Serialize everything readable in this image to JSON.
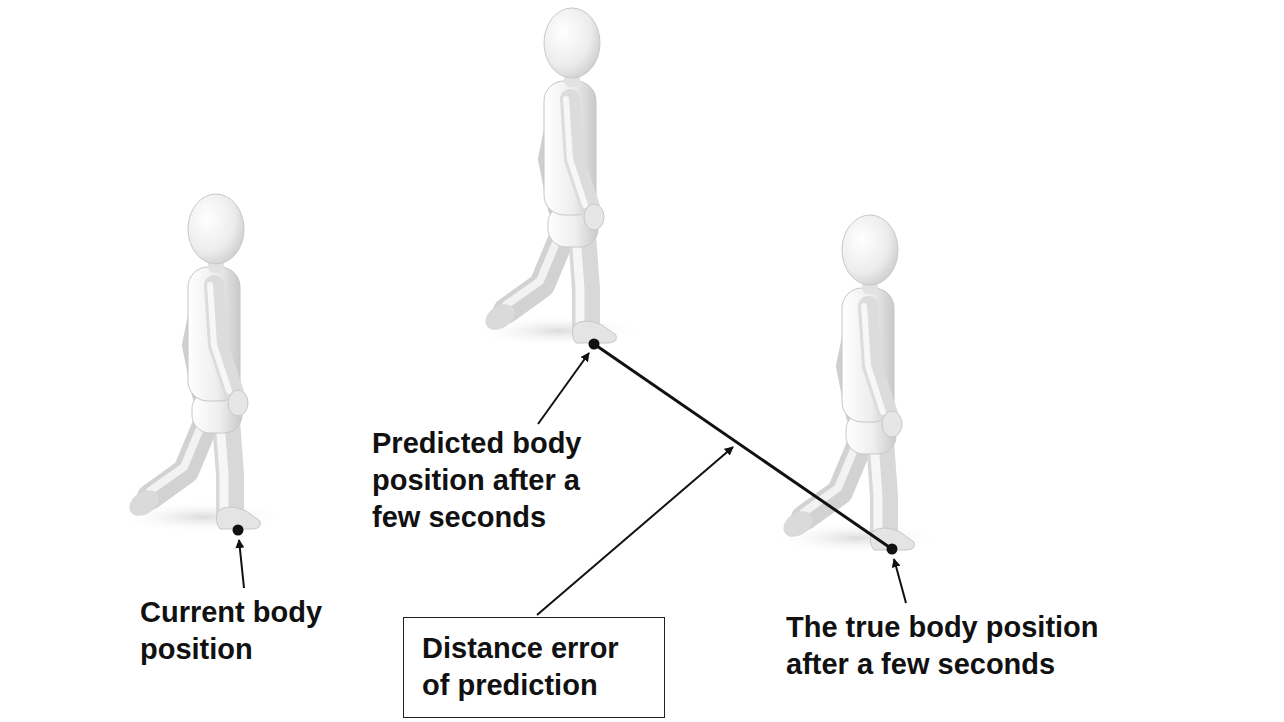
{
  "diagram": {
    "nodes": [
      {
        "text": [
          "Distance error of prediction"
        ]
      }
    ],
    "labels": [
      "Current body position",
      "Predicted body position after a few seconds",
      "The true body position after a few seconds"
    ]
  }
}
